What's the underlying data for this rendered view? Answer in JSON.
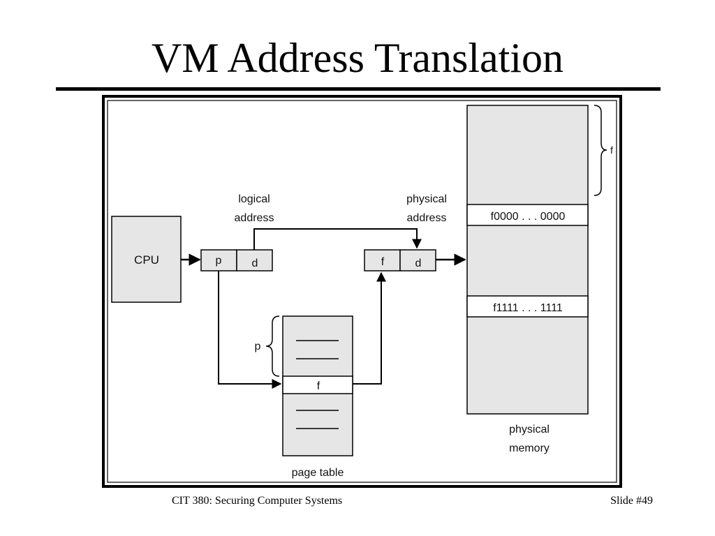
{
  "slide": {
    "title": "VM Address Translation",
    "footer_left": "CIT 380: Securing Computer Systems",
    "footer_right": "Slide #49"
  },
  "diagram": {
    "cpu_label": "CPU",
    "logical_address": {
      "line1": "logical",
      "line2": "address",
      "p": "p",
      "d": "d"
    },
    "physical_address": {
      "line1": "physical",
      "line2": "address",
      "f": "f",
      "d": "d"
    },
    "page_table": {
      "label": "page table",
      "entry": "f",
      "brace_label": "p"
    },
    "physical_memory": {
      "line1": "physical",
      "line2": "memory",
      "frame_start": "f0000 . . . 0000",
      "frame_end": "f1111 . . . 1111",
      "brace_label": "f"
    },
    "colors": {
      "box_fill": "#e6e6e6",
      "stroke": "#000000"
    }
  }
}
